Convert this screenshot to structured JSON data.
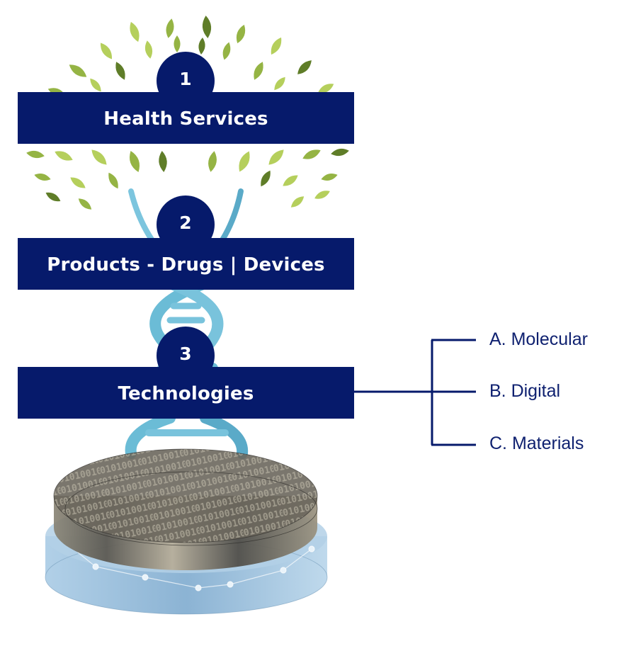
{
  "levels": [
    {
      "number": "1",
      "label": "Health Services"
    },
    {
      "number": "2",
      "label": "Products - Drugs | Devices"
    },
    {
      "number": "3",
      "label": "Technologies"
    }
  ],
  "technologies_branches": [
    {
      "label": "A. Molecular"
    },
    {
      "label": "B. Digital"
    },
    {
      "label": "C. Materials"
    }
  ],
  "illustration": {
    "top": "tree-leaves",
    "middle": "dna-helix",
    "bottom": "binary-data-disc",
    "disc_binary_text": "0101010100101010101"
  },
  "colors": {
    "navy": "#061a6b",
    "leaf_light": "#b5cf5c",
    "leaf_mid": "#95b444",
    "leaf_dark": "#5f7d28",
    "dna": "#6bbcd6",
    "disc_top": "#6f6a60",
    "disc_base": "#9cc2de"
  }
}
